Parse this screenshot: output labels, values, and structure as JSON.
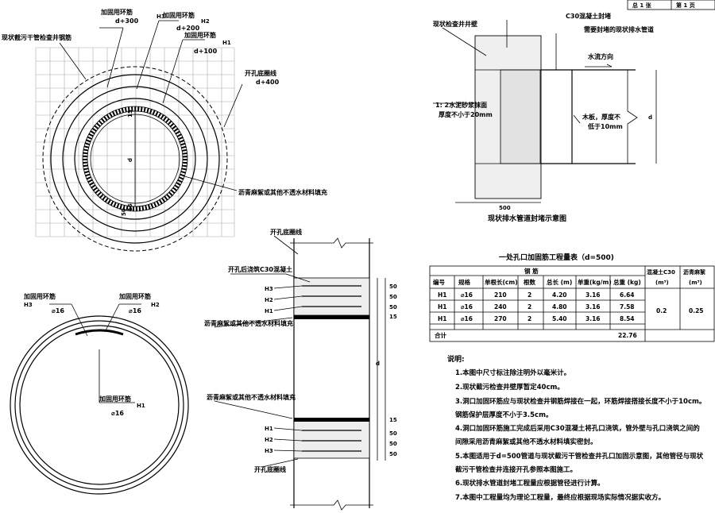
{
  "title_block": {
    "total_label": "总 1 张",
    "sheet_label": "第 1 页"
  },
  "plan_view": {
    "existing_pipe_rebar": "现状截污干管检查井钢筋",
    "h3_label": "加固用环筋",
    "h3_code": "H3",
    "h3_offset": "d+300",
    "h2_label": "加固用环筋",
    "h2_code": "H2",
    "h2_offset": "d+200",
    "h1_label": "加固用环筋",
    "h1_code": "H1",
    "h1_offset": "d+100",
    "hole_bottom_line": "开孔底圈线",
    "hole_offset": "d+400",
    "asphalt_fill": "沥青麻絮或其他不透水材料填充",
    "dim_d": "d",
    "dim_15_top": "15",
    "dim_15_bottom": "15",
    "dim_50": "50"
  },
  "ring_detail": {
    "h3_label": "加固用环筋",
    "h3_code": "H3",
    "h3_spec": "⌀16",
    "h2_label": "加固用环筋",
    "h2_code": "H2",
    "h2_spec": "⌀16",
    "h1_label": "加固用环筋",
    "h1_code": "H1",
    "h1_spec": "⌀16"
  },
  "section_view": {
    "hole_bottom_line_top": "开孔底圈线",
    "concrete_after": "开孔后浇筑C30混凝土",
    "asphalt_fill_top": "沥青麻絮或其他不透水材料填充",
    "asphalt_fill_bottom": "沥青麻絮或其他不透水材料填充",
    "hole_bottom_line_bottom": "开孔底圈线",
    "codes_top": [
      "H3",
      "H2",
      "H1"
    ],
    "codes_bottom": [
      "H1",
      "H2",
      "H3"
    ],
    "dims_top": [
      "50",
      "50",
      "50",
      "15"
    ],
    "dims_bottom": [
      "15",
      "50",
      "50",
      "50"
    ],
    "dim_d": "d"
  },
  "seal_diagram": {
    "existing_wall": "现状检查井井壁",
    "c30_plug": "C30混凝土封堵",
    "pipe_to_seal": "需要封堵的现状排水管道",
    "flow_direction": "水流方向",
    "mortar_note_1": "1: 2水泥砂浆抹面",
    "mortar_note_2": "厚度不小于20mm",
    "wood_1": "木板，厚度不",
    "wood_2": "低于10mm",
    "dim_500": "500",
    "dim_d": "d",
    "title": "现状排水管道封堵示意图"
  },
  "quantity_table": {
    "title": "一处孔口加固筋工程量表（d=500)",
    "group_rebar": "钢    筋",
    "col_concrete": "混凝土C30",
    "col_concrete_unit": "(m³)",
    "col_asphalt": "沥青麻絮",
    "col_asphalt_unit": "(m³)",
    "headers": [
      "编号",
      "规格",
      "单根长(cm)",
      "根数",
      "总长 (m)",
      "单重(kg/m)",
      "总重 (kg)"
    ],
    "rows": [
      [
        "H1",
        "⌀16",
        "210",
        "2",
        "4.20",
        "3.16",
        "6.64"
      ],
      [
        "H1",
        "⌀16",
        "240",
        "2",
        "4.80",
        "3.16",
        "7.58"
      ],
      [
        "H1",
        "⌀16",
        "270",
        "2",
        "5.40",
        "3.16",
        "8.54"
      ]
    ],
    "total_label": "合计",
    "total_value": "22.76",
    "concrete_value": "0.2",
    "asphalt_value": "0.25"
  },
  "notes": {
    "heading": "说明:",
    "lines": [
      "1.本图中尺寸标注除注明外以毫米计。",
      "2.现状截污检查井壁厚暂定40cm。",
      "3.洞口加固环筋应与现状检查井钢筋焊接在一起，环筋焊接搭接长度不小于10cm。",
      "钢筋保护层厚度不小于3.5cm。",
      "4.洞口加固环筋施工完成后采用C30混凝土将孔口浇筑，管外壁与孔口浇筑之间的",
      "间隙采用沥青麻絮或其他不透水材料填实密封。",
      "5.本图适用于d=500管道与现状截污干管检查井孔口加固示意图，其他管径与现状",
      "截污干管检查井连接开孔参照本图施工。",
      "6.现状排水管道封堵工程量应根据管径进行计算。",
      "7.本图中工程量均为理论工程量，最终应根据现场实际情况据实收方。"
    ]
  }
}
